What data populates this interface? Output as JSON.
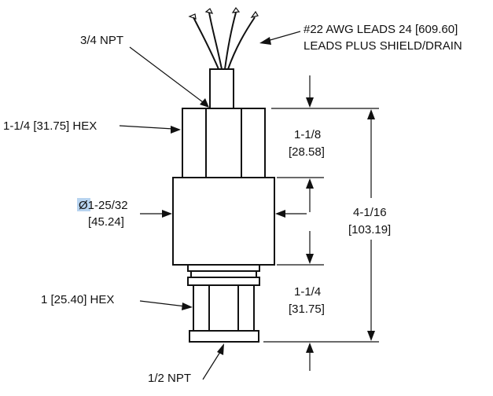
{
  "labels": {
    "leads_line1": "#22 AWG LEADS 24 [609.60]",
    "leads_line2": "LEADS PLUS SHIELD/DRAIN",
    "npt_top": "3/4 NPT",
    "hex_top": "1-1/4 [31.75] HEX",
    "dia_line1": "Ø1-25/32",
    "dia_line2": "[45.24]",
    "hex_bottom": "1 [25.40] HEX",
    "npt_bottom": "1/2 NPT",
    "dim_top_line1": "1-1/8",
    "dim_top_line2": "[28.58]",
    "dim_bottom_line1": "1-1/4",
    "dim_bottom_line2": "[31.75]",
    "dim_total_line1": "4-1/16",
    "dim_total_line2": "[103.19]"
  },
  "colors": {
    "line": "#111111",
    "highlight": "#b8d4f0"
  }
}
